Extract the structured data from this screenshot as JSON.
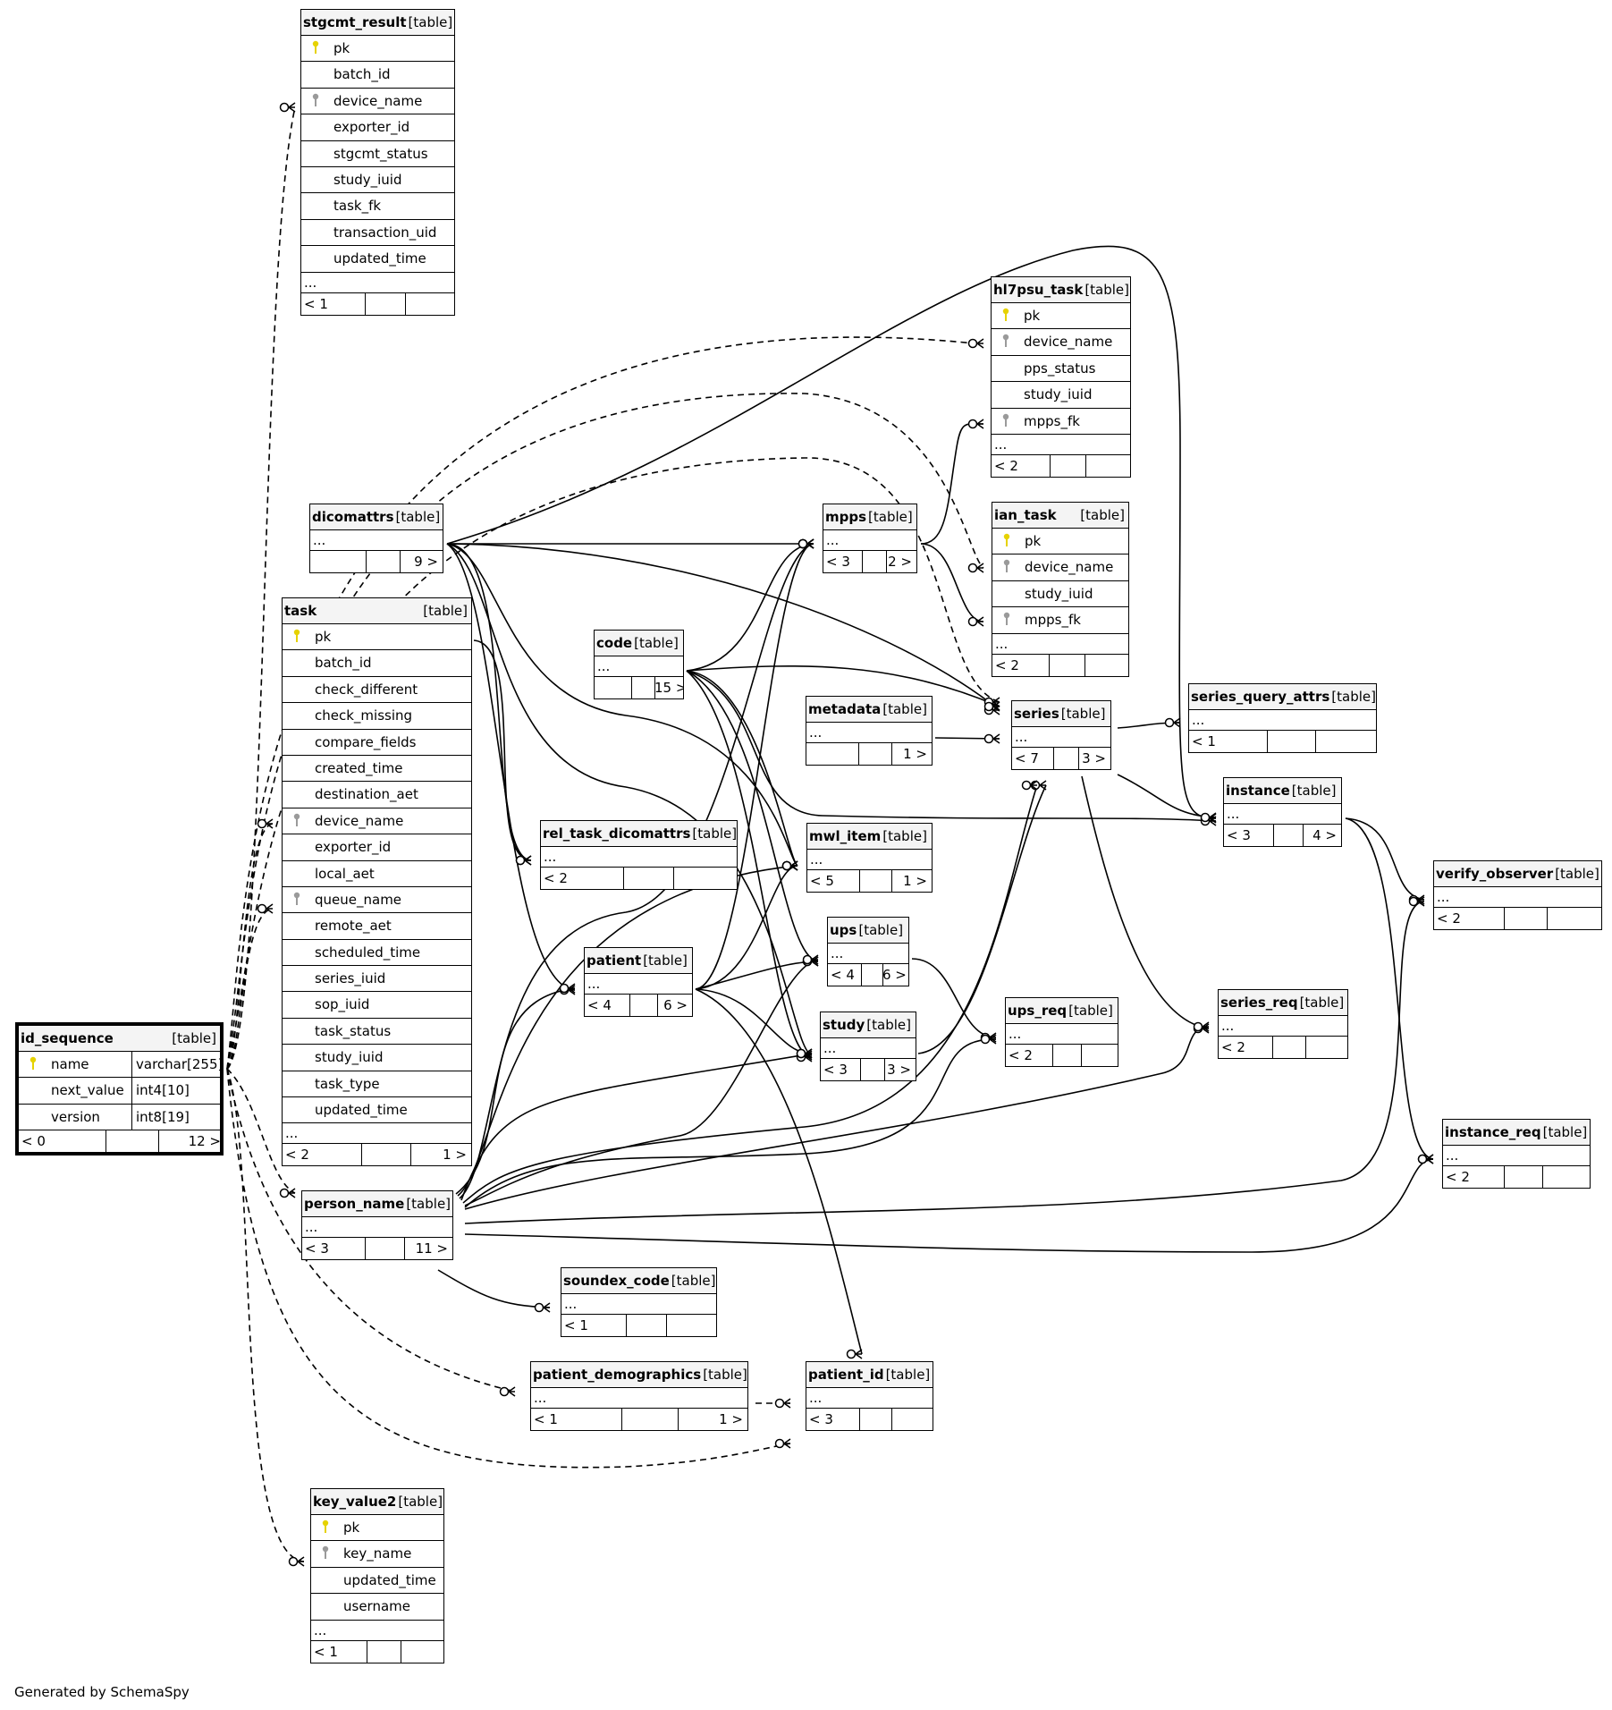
{
  "footer": "Generated by SchemaSpy",
  "colors": {
    "primary_key": "#e6d200",
    "foreign_key": "#9a9a9a",
    "line": "#000000",
    "header_bg": "#f4f4f4"
  },
  "tables": [
    {
      "id": "stgcmt_result",
      "name": "stgcmt_result",
      "type": "[table]",
      "columns": [
        {
          "name": "pk",
          "key": "primary"
        },
        {
          "name": "batch_id"
        },
        {
          "name": "device_name",
          "key": "foreign"
        },
        {
          "name": "exporter_id"
        },
        {
          "name": "stgcmt_status"
        },
        {
          "name": "study_iuid"
        },
        {
          "name": "task_fk"
        },
        {
          "name": "transaction_uid"
        },
        {
          "name": "updated_time"
        }
      ],
      "more": "...",
      "footer": [
        "< 1",
        "",
        ""
      ]
    },
    {
      "id": "hl7psu_task",
      "name": "hl7psu_task",
      "type": "[table]",
      "columns": [
        {
          "name": "pk",
          "key": "primary"
        },
        {
          "name": "device_name",
          "key": "foreign"
        },
        {
          "name": "pps_status"
        },
        {
          "name": "study_iuid"
        },
        {
          "name": "mpps_fk",
          "key": "foreign"
        }
      ],
      "more": "...",
      "footer": [
        "< 2",
        "",
        ""
      ]
    },
    {
      "id": "ian_task",
      "name": "ian_task",
      "type": "[table]",
      "columns": [
        {
          "name": "pk",
          "key": "primary"
        },
        {
          "name": "device_name",
          "key": "foreign"
        },
        {
          "name": "study_iuid"
        },
        {
          "name": "mpps_fk",
          "key": "foreign"
        }
      ],
      "more": "...",
      "footer": [
        "< 2",
        "",
        ""
      ]
    },
    {
      "id": "dicomattrs",
      "name": "dicomattrs",
      "type": "[table]",
      "columns": [],
      "more": "...",
      "footer": [
        "",
        "",
        "9 >"
      ]
    },
    {
      "id": "mpps",
      "name": "mpps",
      "type": "[table]",
      "columns": [],
      "more": "...",
      "footer": [
        "< 3",
        "",
        "2 >"
      ]
    },
    {
      "id": "task",
      "name": "task",
      "type": "[table]",
      "columns": [
        {
          "name": "pk",
          "key": "primary"
        },
        {
          "name": "batch_id"
        },
        {
          "name": "check_different"
        },
        {
          "name": "check_missing"
        },
        {
          "name": "compare_fields"
        },
        {
          "name": "created_time"
        },
        {
          "name": "destination_aet"
        },
        {
          "name": "device_name",
          "key": "foreign"
        },
        {
          "name": "exporter_id"
        },
        {
          "name": "local_aet"
        },
        {
          "name": "queue_name",
          "key": "foreign"
        },
        {
          "name": "remote_aet"
        },
        {
          "name": "scheduled_time"
        },
        {
          "name": "series_iuid"
        },
        {
          "name": "sop_iuid"
        },
        {
          "name": "task_status"
        },
        {
          "name": "study_iuid"
        },
        {
          "name": "task_type"
        },
        {
          "name": "updated_time"
        }
      ],
      "more": "...",
      "footer": [
        "< 2",
        "",
        "1 >"
      ]
    },
    {
      "id": "code",
      "name": "code",
      "type": "[table]",
      "columns": [],
      "more": "...",
      "footer": [
        "",
        "",
        "15 >"
      ]
    },
    {
      "id": "metadata",
      "name": "metadata",
      "type": "[table]",
      "columns": [],
      "more": "...",
      "footer": [
        "",
        "",
        "1 >"
      ]
    },
    {
      "id": "series",
      "name": "series",
      "type": "[table]",
      "columns": [],
      "more": "...",
      "footer": [
        "< 7",
        "",
        "3 >"
      ]
    },
    {
      "id": "series_query_attrs",
      "name": "series_query_attrs",
      "type": "[table]",
      "columns": [],
      "more": "...",
      "footer": [
        "< 1",
        "",
        ""
      ]
    },
    {
      "id": "instance",
      "name": "instance",
      "type": "[table]",
      "columns": [],
      "more": "...",
      "footer": [
        "< 3",
        "",
        "4 >"
      ]
    },
    {
      "id": "rel_task_dicomattrs",
      "name": "rel_task_dicomattrs",
      "type": "[table]",
      "columns": [],
      "more": "...",
      "footer": [
        "< 2",
        "",
        ""
      ]
    },
    {
      "id": "mwl_item",
      "name": "mwl_item",
      "type": "[table]",
      "columns": [],
      "more": "...",
      "footer": [
        "< 5",
        "",
        "1 >"
      ]
    },
    {
      "id": "verify_observer",
      "name": "verify_observer",
      "type": "[table]",
      "columns": [],
      "more": "...",
      "footer": [
        "< 2",
        "",
        ""
      ]
    },
    {
      "id": "ups",
      "name": "ups",
      "type": "[table]",
      "columns": [],
      "more": "...",
      "footer": [
        "< 4",
        "",
        "6 >"
      ]
    },
    {
      "id": "patient",
      "name": "patient",
      "type": "[table]",
      "columns": [],
      "more": "...",
      "footer": [
        "< 4",
        "",
        "6 >"
      ]
    },
    {
      "id": "ups_req",
      "name": "ups_req",
      "type": "[table]",
      "columns": [],
      "more": "...",
      "footer": [
        "< 2",
        "",
        ""
      ]
    },
    {
      "id": "series_req",
      "name": "series_req",
      "type": "[table]",
      "columns": [],
      "more": "...",
      "footer": [
        "< 2",
        "",
        ""
      ]
    },
    {
      "id": "study",
      "name": "study",
      "type": "[table]",
      "columns": [],
      "more": "...",
      "footer": [
        "< 3",
        "",
        "3 >"
      ]
    },
    {
      "id": "id_sequence",
      "name": "id_sequence",
      "type": "[table]",
      "columns": [
        {
          "name": "name",
          "key": "primary",
          "type": "varchar[255]"
        },
        {
          "name": "next_value",
          "type": "int4[10]"
        },
        {
          "name": "version",
          "type": "int8[19]"
        }
      ],
      "footer": [
        "< 0",
        "",
        "12 >"
      ]
    },
    {
      "id": "instance_req",
      "name": "instance_req",
      "type": "[table]",
      "columns": [],
      "more": "...",
      "footer": [
        "< 2",
        "",
        ""
      ]
    },
    {
      "id": "person_name",
      "name": "person_name",
      "type": "[table]",
      "columns": [],
      "more": "...",
      "footer": [
        "< 3",
        "",
        "11 >"
      ]
    },
    {
      "id": "soundex_code",
      "name": "soundex_code",
      "type": "[table]",
      "columns": [],
      "more": "...",
      "footer": [
        "< 1",
        "",
        ""
      ]
    },
    {
      "id": "patient_demographics",
      "name": "patient_demographics",
      "type": "[table]",
      "columns": [],
      "more": "...",
      "footer": [
        "< 1",
        "",
        "1 >"
      ]
    },
    {
      "id": "patient_id",
      "name": "patient_id",
      "type": "[table]",
      "columns": [],
      "more": "...",
      "footer": [
        "< 3",
        "",
        ""
      ]
    },
    {
      "id": "key_value2",
      "name": "key_value2",
      "type": "[table]",
      "columns": [
        {
          "name": "pk",
          "key": "primary"
        },
        {
          "name": "key_name",
          "key": "foreign"
        },
        {
          "name": "updated_time"
        },
        {
          "name": "username"
        }
      ],
      "more": "...",
      "footer": [
        "< 1",
        "",
        ""
      ]
    }
  ],
  "relationships": [
    {
      "from": "id_sequence",
      "to": "stgcmt_result",
      "dashed": true
    },
    {
      "from": "id_sequence",
      "to": "hl7psu_task",
      "dashed": true
    },
    {
      "from": "id_sequence",
      "to": "ian_task",
      "dashed": true
    },
    {
      "from": "id_sequence",
      "to": "series",
      "dashed": true
    },
    {
      "from": "id_sequence",
      "to": "task",
      "dashed": true
    },
    {
      "from": "id_sequence",
      "to": "person_name",
      "dashed": true
    },
    {
      "from": "id_sequence",
      "to": "patient_demographics",
      "dashed": true
    },
    {
      "from": "id_sequence",
      "to": "patient_id",
      "dashed": true
    },
    {
      "from": "id_sequence",
      "to": "key_value2",
      "dashed": true
    },
    {
      "from": "patient_demographics",
      "to": "patient_id",
      "dashed": true
    },
    {
      "from": "mpps",
      "to": "hl7psu_task",
      "dashed": false
    },
    {
      "from": "mpps",
      "to": "ian_task",
      "dashed": false
    },
    {
      "from": "dicomattrs",
      "to": "mpps",
      "dashed": false
    },
    {
      "from": "dicomattrs",
      "to": "instance",
      "dashed": false
    },
    {
      "from": "dicomattrs",
      "to": "series",
      "dashed": false
    },
    {
      "from": "dicomattrs",
      "to": "rel_task_dicomattrs",
      "dashed": false
    },
    {
      "from": "dicomattrs",
      "to": "mwl_item",
      "dashed": false
    },
    {
      "from": "dicomattrs",
      "to": "patient",
      "dashed": false
    },
    {
      "from": "dicomattrs",
      "to": "study",
      "dashed": false
    },
    {
      "from": "task",
      "to": "rel_task_dicomattrs",
      "dashed": false
    },
    {
      "from": "code",
      "to": "series",
      "dashed": false
    },
    {
      "from": "code",
      "to": "instance",
      "dashed": false
    },
    {
      "from": "code",
      "to": "mwl_item",
      "dashed": false
    },
    {
      "from": "code",
      "to": "ups",
      "dashed": false
    },
    {
      "from": "code",
      "to": "mpps",
      "dashed": false
    },
    {
      "from": "code",
      "to": "study",
      "dashed": false
    },
    {
      "from": "metadata",
      "to": "series",
      "dashed": false
    },
    {
      "from": "series",
      "to": "series_query_attrs",
      "dashed": false
    },
    {
      "from": "series",
      "to": "instance",
      "dashed": false
    },
    {
      "from": "series",
      "to": "series_req",
      "dashed": false
    },
    {
      "from": "instance",
      "to": "verify_observer",
      "dashed": false
    },
    {
      "from": "instance",
      "to": "instance_req",
      "dashed": false
    },
    {
      "from": "patient",
      "to": "mpps",
      "dashed": false
    },
    {
      "from": "patient",
      "to": "mwl_item",
      "dashed": false
    },
    {
      "from": "patient",
      "to": "ups",
      "dashed": false
    },
    {
      "from": "patient",
      "to": "study",
      "dashed": false
    },
    {
      "from": "patient",
      "to": "patient_id",
      "dashed": false
    },
    {
      "from": "ups",
      "to": "ups_req",
      "dashed": false
    },
    {
      "from": "study",
      "to": "series",
      "dashed": false
    },
    {
      "from": "person_name",
      "to": "patient",
      "dashed": false
    },
    {
      "from": "person_name",
      "to": "mwl_item",
      "dashed": false
    },
    {
      "from": "person_name",
      "to": "mpps",
      "dashed": false
    },
    {
      "from": "person_name",
      "to": "study",
      "dashed": false
    },
    {
      "from": "person_name",
      "to": "series",
      "dashed": false
    },
    {
      "from": "person_name",
      "to": "ups",
      "dashed": false
    },
    {
      "from": "person_name",
      "to": "ups_req",
      "dashed": false
    },
    {
      "from": "person_name",
      "to": "series_req",
      "dashed": false
    },
    {
      "from": "person_name",
      "to": "verify_observer",
      "dashed": false
    },
    {
      "from": "person_name",
      "to": "instance_req",
      "dashed": false
    },
    {
      "from": "person_name",
      "to": "soundex_code",
      "dashed": false
    }
  ]
}
